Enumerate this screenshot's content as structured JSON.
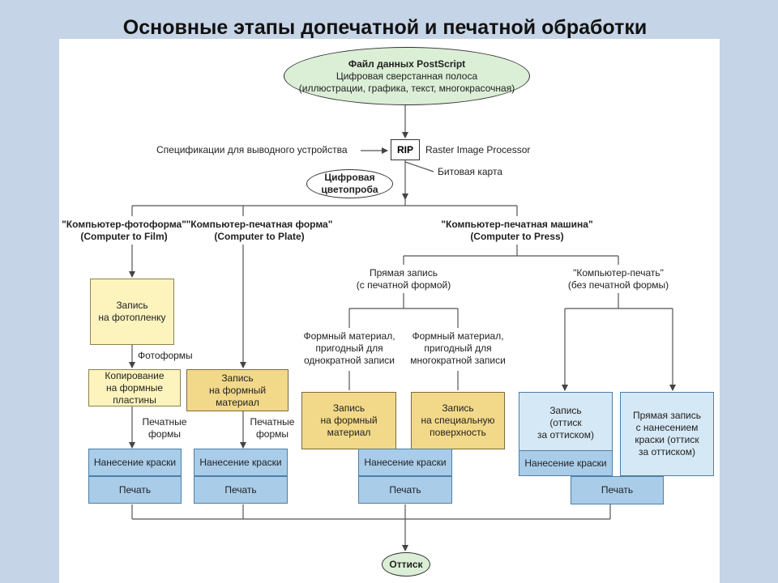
{
  "title": "Основные этапы допечатной и печатной обработки",
  "diagram": {
    "postscript": {
      "heading": "Файл данных PostScript",
      "line1": "Цифровая сверстанная полоса",
      "line2": "(иллюстрации, графика, текст, многокрасочная)"
    },
    "spec_label": "Спецификации для выводного устройства",
    "rip": "RIP",
    "rip_label": "Raster Image Processor",
    "bitmap_label": "Битовая карта",
    "proof": {
      "line1": "Цифровая",
      "line2": "цветопроба"
    },
    "branch_film": {
      "line1": "\"Компьютер-фотоформа\"",
      "line2": "(Computer to Film)"
    },
    "branch_plate": {
      "line1": "\"Компьютер-печатная форма\"",
      "line2": "(Computer to Plate)"
    },
    "branch_press": {
      "line1": "\"Компьютер-печатная машина\"",
      "line2": "(Computer to Press)"
    },
    "direct": {
      "line1": "Прямая запись",
      "line2": "(с печатной формой)"
    },
    "computer_print": {
      "line1": "\"Компьютер-печать\"",
      "line2": "(без печатной формы)"
    },
    "single_use": {
      "line1": "Формный материал,",
      "line2": "пригодный для",
      "line3": "однократной записи"
    },
    "multi_use": {
      "line1": "Формный материал,",
      "line2": "пригодный для",
      "line3": "многократной записи"
    },
    "film_write": {
      "line1": "Запись",
      "line2": "на фотопленку"
    },
    "photoforms": "Фотоформы",
    "copy_plates": {
      "line1": "Копирование",
      "line2": "на формные",
      "line3": "пластины"
    },
    "plate_write": {
      "line1": "Запись",
      "line2": "на формный",
      "line3": "материал"
    },
    "print_forms_left": {
      "line1": "Печатные",
      "line2": "формы"
    },
    "print_forms_mid": {
      "line1": "Печатные",
      "line2": "формы"
    },
    "write_plate_mat": {
      "line1": "Запись",
      "line2": "на формный",
      "line3": "материал"
    },
    "write_special": {
      "line1": "Запись",
      "line2": "на специальную",
      "line3": "поверхность"
    },
    "write_sheet": {
      "line1": "Запись",
      "line2": "(оттиск",
      "line3": "за оттиском)"
    },
    "direct_ink": {
      "line1": "Прямая запись",
      "line2": "с нанесением",
      "line3": "краски (оттиск",
      "line4": "за оттиском)"
    },
    "ink": "Нанесение краски",
    "print": "Печать",
    "result": "Оттиск"
  }
}
